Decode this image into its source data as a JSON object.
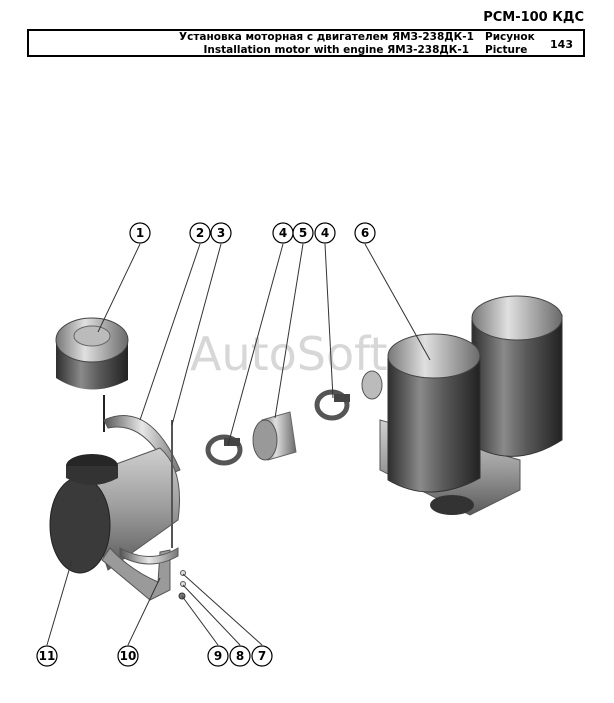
{
  "doc": {
    "code": "РСМ-100 КДС",
    "title_ru": "Установка моторная с двигателем ЯМЗ-238ДК-1",
    "title_en": "Installation motor with engine ЯМЗ-238ДК-1",
    "label_ru": "Рисунок",
    "label_en": "Picture",
    "picture_number": "143"
  },
  "watermark": "AutoSoft",
  "callouts": [
    "1",
    "2",
    "3",
    "4",
    "5",
    "4",
    "6",
    "11",
    "10",
    "9",
    "8",
    "7"
  ]
}
